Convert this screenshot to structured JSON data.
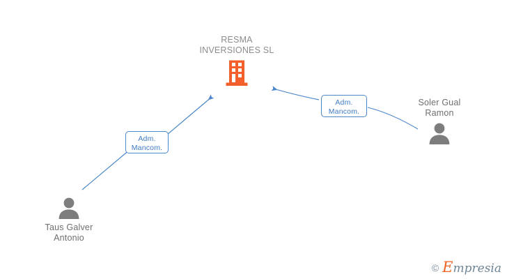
{
  "diagram": {
    "type": "org-relationship-graph",
    "background_color": "#ffffff",
    "nodes": [
      {
        "id": "company",
        "kind": "company",
        "label": "RESMA\nINVERSIONES SL",
        "icon": "building-icon",
        "icon_color": "#f4602c",
        "text_color": "#8c8c8c"
      },
      {
        "id": "person-left",
        "kind": "person",
        "label": "Taus Galver\nAntonio",
        "icon": "person-icon",
        "icon_color": "#7d7d7d",
        "text_color": "#6e6e6e",
        "label_position": "below"
      },
      {
        "id": "person-right",
        "kind": "person",
        "label": "Soler Gual\nRamon",
        "icon": "person-icon",
        "icon_color": "#7d7d7d",
        "text_color": "#6e6e6e",
        "label_position": "above"
      }
    ],
    "edges": [
      {
        "id": "edge-left",
        "from": "person-left",
        "to": "company",
        "label": "Adm.\nMancom.",
        "color": "#4a86c8",
        "arrow": "to-company"
      },
      {
        "id": "edge-right",
        "from": "person-right",
        "to": "company",
        "label": "Adm.\nMancom.",
        "color": "#4a86c8",
        "arrow": "to-company"
      }
    ]
  },
  "watermark": {
    "copyright": "©",
    "brand_initial": "E",
    "brand_rest": "mpresia",
    "initial_color": "#ee6322",
    "rest_color": "#6f8595"
  }
}
